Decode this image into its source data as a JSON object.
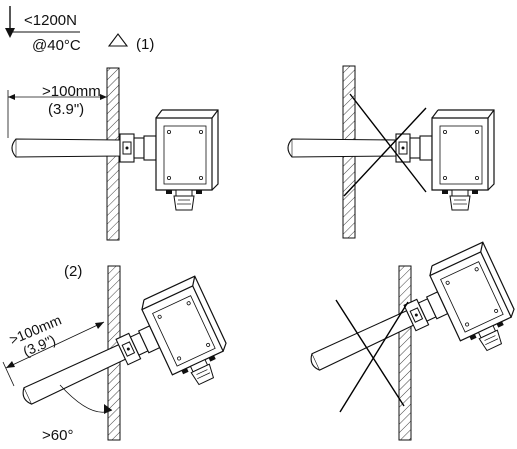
{
  "load": {
    "force": "<1200N",
    "temperature": "@40°C"
  },
  "markers": {
    "one": "(1)",
    "two": "(2)"
  },
  "dims_top": {
    "mm": ">100mm",
    "inch": "(3.9\")"
  },
  "dims_bottom": {
    "mm": ">100mm",
    "inch": "(3.9\")",
    "angle": ">60°"
  }
}
